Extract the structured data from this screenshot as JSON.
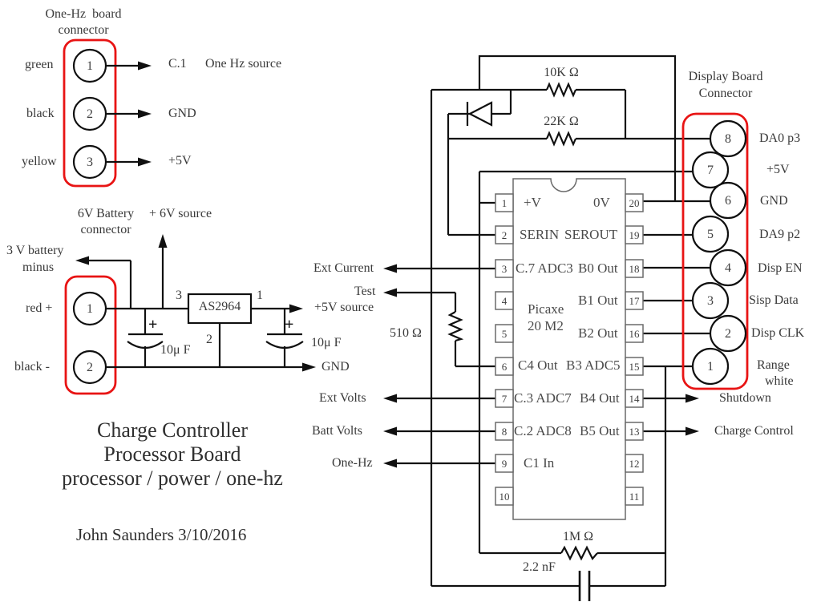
{
  "colors": {
    "red_outline": "#e81414",
    "wire": "#101010",
    "text": "#3a3a3a"
  },
  "one_hz_connector": {
    "title1": "One-Hz  board",
    "title2": "connector",
    "pins": [
      {
        "num": "1",
        "wire_color": "green",
        "signal": "C.1",
        "signal_desc": "One Hz source"
      },
      {
        "num": "2",
        "wire_color": "black",
        "signal": "GND",
        "signal_desc": ""
      },
      {
        "num": "3",
        "wire_color": "yellow",
        "signal": "+5V",
        "signal_desc": ""
      }
    ]
  },
  "battery_section": {
    "title1": "6V Battery",
    "title2": "connector",
    "source_label": "+ 6V source",
    "minus_label1": "3 V battery",
    "minus_label2": "minus",
    "pins": [
      {
        "num": "1",
        "wire_color": "red +"
      },
      {
        "num": "2",
        "wire_color": "black -"
      }
    ],
    "regulator": {
      "name": "AS2964",
      "pin_in": "3",
      "pin_out": "1",
      "pin_gnd": "2"
    },
    "cap_in": {
      "value": "10μ F",
      "plus": "+"
    },
    "cap_out": {
      "value": "10μ F",
      "plus": "+"
    },
    "output_label": "+5V source",
    "gnd_label": "GND"
  },
  "title_block": {
    "line1": "Charge Controller",
    "line2": "Processor Board",
    "line3": "processor / power / one-hz",
    "author": "John Saunders 3/10/2016"
  },
  "components": {
    "r10k": "10K Ω",
    "r22k": "22K Ω",
    "r510": "510 Ω",
    "r1m": "1M Ω",
    "c2n2": "2.2 nF"
  },
  "left_signals": {
    "ext_current": "Ext Current",
    "test": "Test",
    "ext_volts": "Ext Volts",
    "batt_volts": "Batt Volts",
    "one_hz": "One-Hz"
  },
  "chip": {
    "name1": "Picaxe",
    "name2": "20 M2",
    "left_pins": [
      {
        "num": "1",
        "label": "+V"
      },
      {
        "num": "2",
        "label": "SERIN"
      },
      {
        "num": "3",
        "label": "C.7 ADC3"
      },
      {
        "num": "4",
        "label": ""
      },
      {
        "num": "5",
        "label": ""
      },
      {
        "num": "6",
        "label": "C4 Out"
      },
      {
        "num": "7",
        "label": "C.3 ADC7"
      },
      {
        "num": "8",
        "label": "C.2 ADC8"
      },
      {
        "num": "9",
        "label": "C1 In"
      },
      {
        "num": "10",
        "label": ""
      }
    ],
    "right_pins": [
      {
        "num": "20",
        "label": "0V"
      },
      {
        "num": "19",
        "label": "SEROUT"
      },
      {
        "num": "18",
        "label": "B0 Out"
      },
      {
        "num": "17",
        "label": "B1 Out"
      },
      {
        "num": "16",
        "label": "B2 Out"
      },
      {
        "num": "15",
        "label": "B3 ADC5"
      },
      {
        "num": "14",
        "label": "B4 Out"
      },
      {
        "num": "13",
        "label": "B5 Out"
      },
      {
        "num": "12",
        "label": ""
      },
      {
        "num": "11",
        "label": ""
      }
    ]
  },
  "display_connector": {
    "title1": "Display Board",
    "title2": "Connector",
    "pins": [
      {
        "num": "8",
        "label": "DA0 p3",
        "label2": ""
      },
      {
        "num": "7",
        "label": "+5V",
        "label2": ""
      },
      {
        "num": "6",
        "label": "GND",
        "label2": ""
      },
      {
        "num": "5",
        "label": "DA9 p2",
        "label2": ""
      },
      {
        "num": "4",
        "label": "Disp EN",
        "label2": ""
      },
      {
        "num": "3",
        "label": "Sisp Data",
        "label2": ""
      },
      {
        "num": "2",
        "label": "Disp CLK",
        "label2": ""
      },
      {
        "num": "1",
        "label": "Range",
        "label2": "white"
      }
    ],
    "shutdown": "Shutdown",
    "charge_control": "Charge Control"
  }
}
